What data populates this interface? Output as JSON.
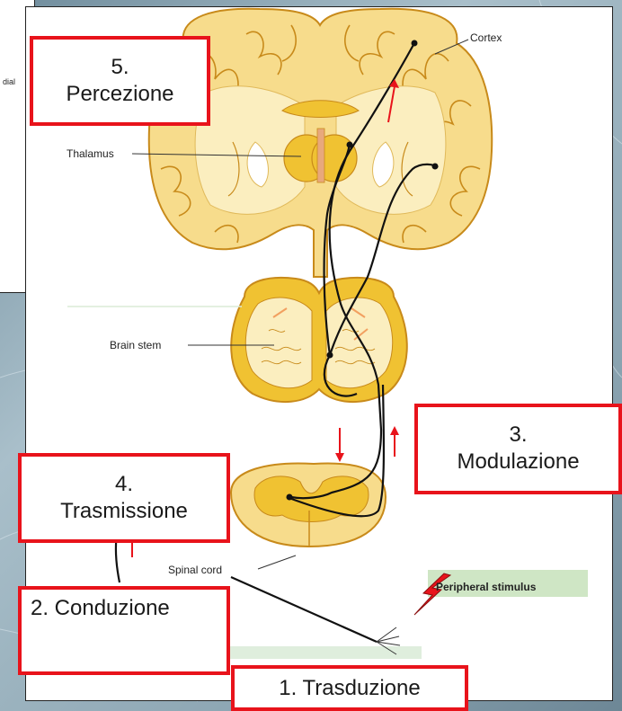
{
  "left_panel_text": "dial",
  "labels": {
    "cortex": "Cortex",
    "thalamus": "Thalamus",
    "brain_stem": "Brain stem",
    "spinal_cord": "Spinal cord",
    "peripheral_stimulus": "Peripheral stimulus"
  },
  "boxes": {
    "percezione": {
      "num": "5.",
      "text": "Percezione"
    },
    "trasmissione": {
      "num": "4.",
      "text": "Trasmissione"
    },
    "modulazione": {
      "num": "3.",
      "text": "Modulazione"
    },
    "conduzione": {
      "text": "2. Conduzione"
    },
    "trasduzione": {
      "text": "1. Trasduzione"
    }
  },
  "colors": {
    "box_border": "#e8131b",
    "brain_fill": "#f7dc8c",
    "brain_outline": "#c88a1a",
    "gray_matter": "#f0c232",
    "arrow_red": "#e8131b",
    "stimulus_bar": "#cfe6c5"
  },
  "icons": [
    "brain-coronal-section",
    "brain-stem-section",
    "spinal-cord-section",
    "lightning-bolt-icon",
    "up-arrow-icon",
    "down-arrow-icon"
  ]
}
